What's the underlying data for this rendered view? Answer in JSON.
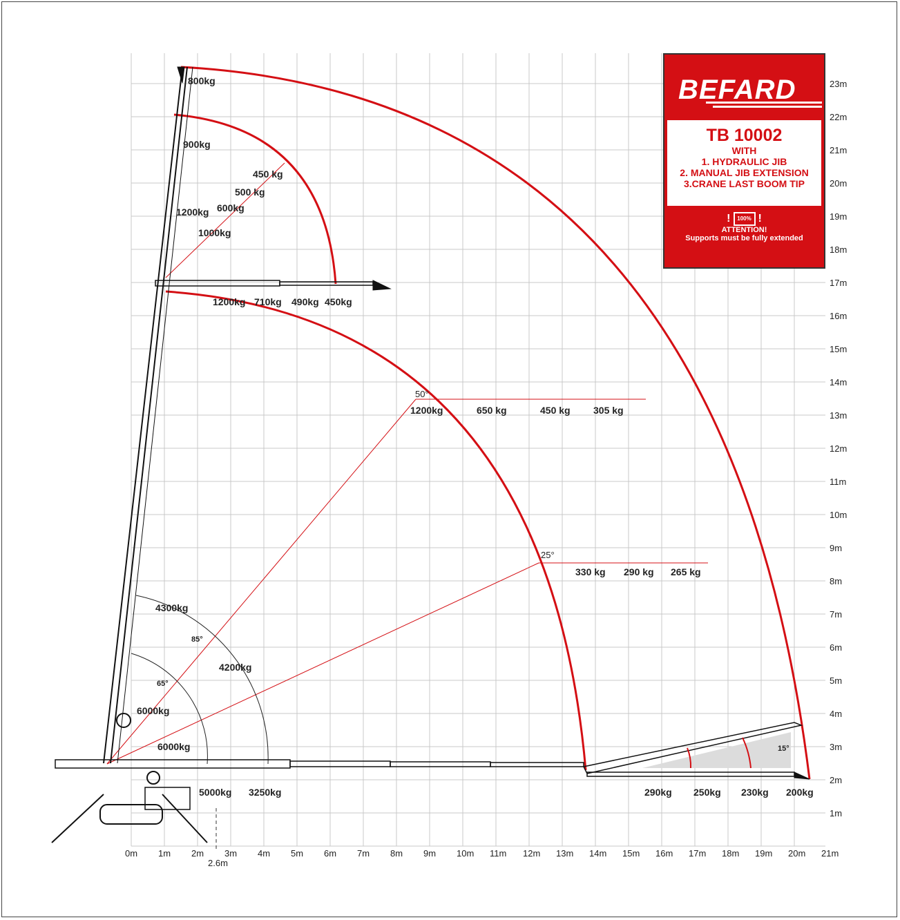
{
  "brand": {
    "logo_text": "BEFARD",
    "model": "TB 10002",
    "features": [
      "WITH",
      "1. HYDRAULIC JIB",
      "2. MANUAL JIB EXTENSION",
      "3.CRANE LAST BOOM TIP"
    ],
    "warning_icon": "!",
    "warning_badge": "100%",
    "warning_title": "ATTENTION!",
    "warning_text": "Supports must be fully extended",
    "color_red": "#d40f14"
  },
  "axes": {
    "x_ticks": [
      "0m",
      "1m",
      "2m",
      "3m",
      "4m",
      "5m",
      "6m",
      "7m",
      "8m",
      "9m",
      "10m",
      "11m",
      "12m",
      "13m",
      "14m",
      "15m",
      "16m",
      "17m",
      "18m",
      "19m",
      "20m",
      "21m"
    ],
    "y_ticks": [
      "1m",
      "2m",
      "3m",
      "4m",
      "5m",
      "6m",
      "7m",
      "8m",
      "9m",
      "10m",
      "11m",
      "12m",
      "13m",
      "14m",
      "15m",
      "16m",
      "17m",
      "18m",
      "19m",
      "20m",
      "21m",
      "22m",
      "23m"
    ],
    "extra_x_tick": "2.6m"
  },
  "angles": {
    "a50": "50°",
    "a25": "25°",
    "a85": "85°",
    "a65": "65°",
    "a15": "15°"
  },
  "loads": {
    "tip_top": "800kg",
    "tip_second": "900kg",
    "jib_450": "450 kg",
    "jib_500": "500 kg",
    "jib_600": "600kg",
    "jib_1200": "1200kg",
    "jib_1000": "1000kg",
    "jib_h_1200": "1200kg",
    "jib_h_710": "710kg",
    "jib_h_490": "490kg",
    "jib_h_450": "450kg",
    "row50_1200": "1200kg",
    "row50_650": "650 kg",
    "row50_450": "450 kg",
    "row50_305": "305 kg",
    "row25_330": "330 kg",
    "row25_290": "290 kg",
    "row25_265": "265 kg",
    "base_4300": "4300kg",
    "base_4200": "4200kg",
    "base_6000a": "6000kg",
    "base_6000b": "6000kg",
    "base_5000": "5000kg",
    "base_3250": "3250kg",
    "ground_290": "290kg",
    "ground_250": "250kg",
    "ground_230": "230kg",
    "ground_200": "200kg"
  }
}
